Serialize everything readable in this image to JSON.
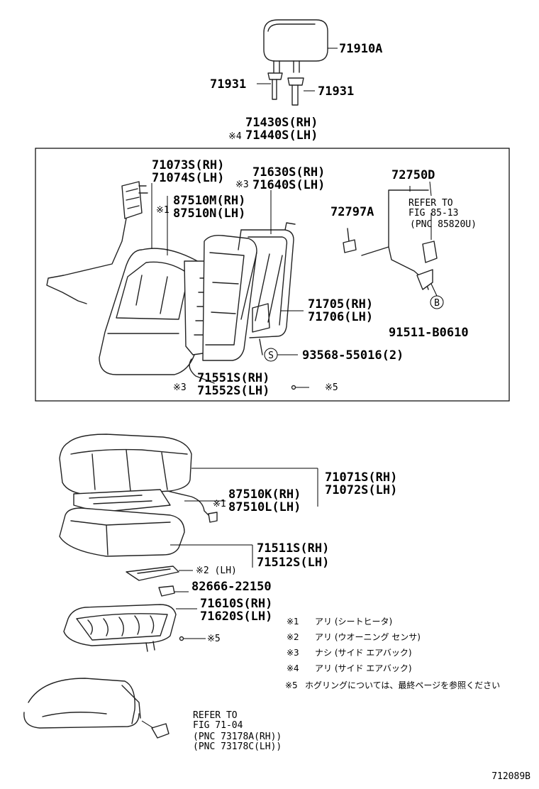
{
  "labels": {
    "headrest": "71910A",
    "support_l": "71931",
    "support_r": "71931",
    "back_assy_rh": "71430S(RH)",
    "back_assy_mark": "※4",
    "back_assy_lh": "71440S(LH)",
    "back_cover_rh": "71073S(RH)",
    "back_cover_lh": "71074S(LH)",
    "back_heater_mark": "※1",
    "back_heater_rh": "87510M(RH)",
    "back_heater_lh": "87510N(LH)",
    "back_pad_mark": "※3",
    "back_pad_rh": "71630S(RH)",
    "back_pad_lh": "71640S(LH)",
    "bracket": "72797A",
    "harness": "72750D",
    "refer1_line1": "REFER TO",
    "refer1_line2": "FIG 85-13",
    "refer1_line3": "(PNC 85820U)",
    "back_frame_rh": "71705(RH)",
    "back_frame_lh": "71706(LH)",
    "bolt": "91511-B0610",
    "screw": "93568-55016(2)",
    "back_spring_rh": "71551S(RH)",
    "back_spring_lh": "71552S(LH)",
    "back_spring_mark": "※3",
    "back_ring_mark": "※5",
    "circle_b": "B",
    "circle_s": "S",
    "cush_cover_rh": "71071S(RH)",
    "cush_cover_lh": "71072S(LH)",
    "cush_heater_mark": "※1",
    "cush_heater_rh": "87510K(RH)",
    "cush_heater_lh": "87510L(LH)",
    "cush_pad_rh": "71511S(RH)",
    "cush_pad_lh": "71512S(LH)",
    "sensor": "※2 (LH)",
    "clip": "82666-22150",
    "cush_frame_rh": "71610S(RH)",
    "cush_frame_lh": "71620S(LH)",
    "cush_ring_mark": "※5",
    "refer2_line1": "REFER TO",
    "refer2_line2": "FIG 71-04",
    "refer2_line3": "(PNC 73178A(RH))",
    "refer2_line4": "(PNC 73178C(LH))",
    "figure_id": "712089B"
  },
  "notes": [
    {
      "mark": "※1",
      "text": "アリ (シートヒータ)"
    },
    {
      "mark": "※2",
      "text": "アリ (ウオーニング センサ)"
    },
    {
      "mark": "※3",
      "text": "ナシ (サイド エアバック)"
    },
    {
      "mark": "※4",
      "text": "アリ (サイド エアバック)"
    },
    {
      "mark": "※5",
      "text": "ホグリングについては、最終ページを参照ください"
    }
  ]
}
